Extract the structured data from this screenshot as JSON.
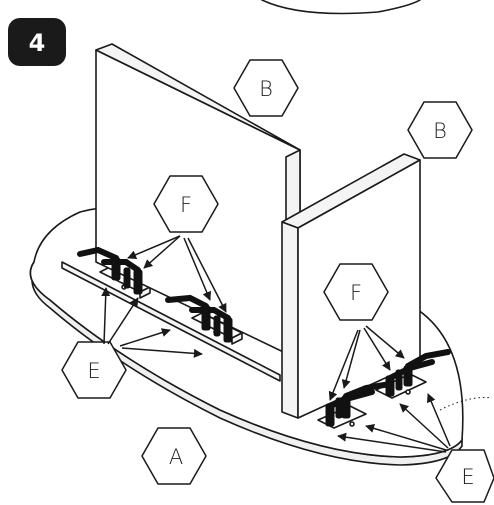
{
  "step": {
    "number": "4"
  },
  "labels": {
    "A": "A",
    "B1": "B",
    "B2": "B",
    "F1": "F",
    "F2": "F",
    "E1": "E",
    "E2": "E"
  }
}
